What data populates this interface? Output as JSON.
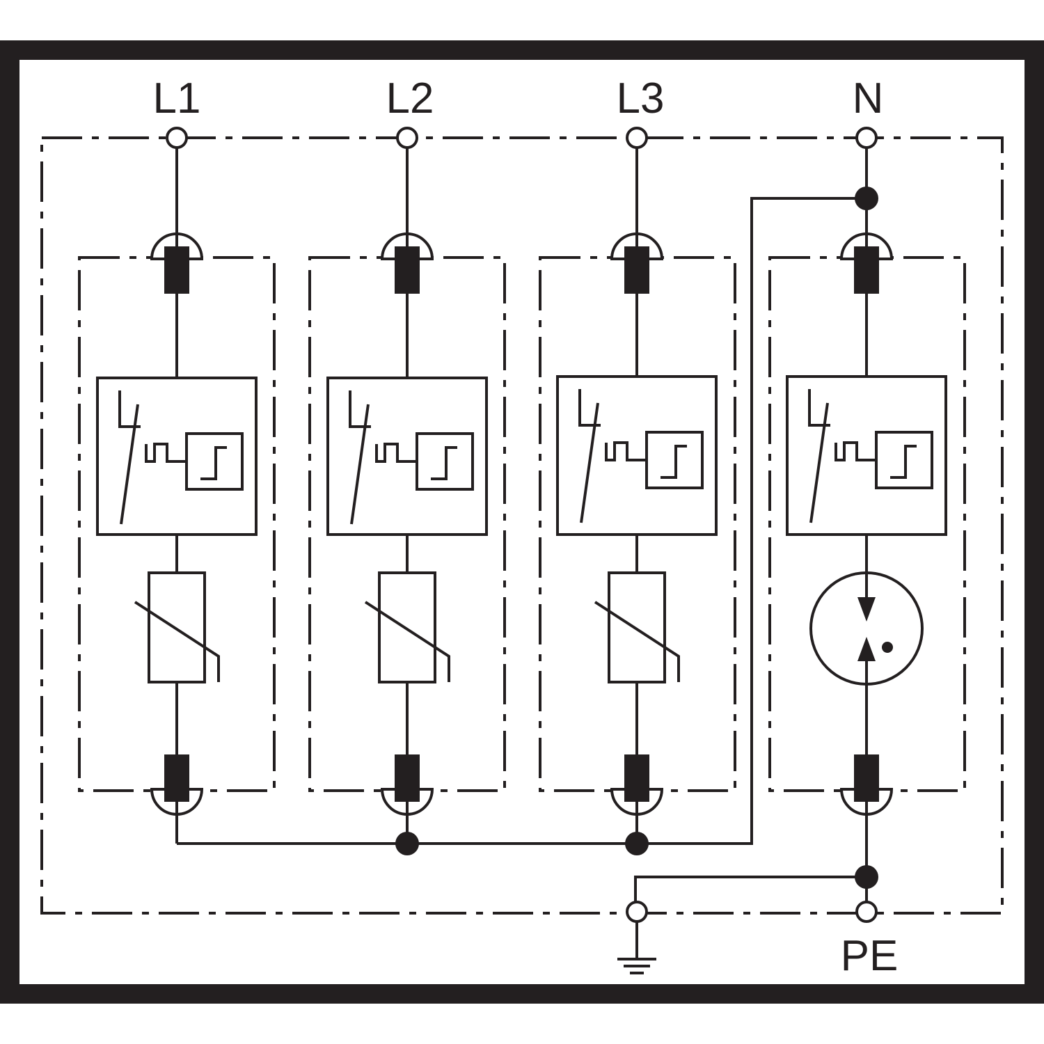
{
  "terminals": {
    "l1": "L1",
    "l2": "L2",
    "l3": "L3",
    "n": "N",
    "pe": "PE"
  },
  "symbols": {
    "earth": "earth-ground-icon",
    "spark_gap": "spark-gap-icon",
    "varistor": "varistor-icon",
    "thermal_disconnector": "thermal-disconnector-icon",
    "fuse": "fuse-icon"
  },
  "colors": {
    "frame": "#231f20",
    "line": "#231f20",
    "background": "#ffffff"
  }
}
